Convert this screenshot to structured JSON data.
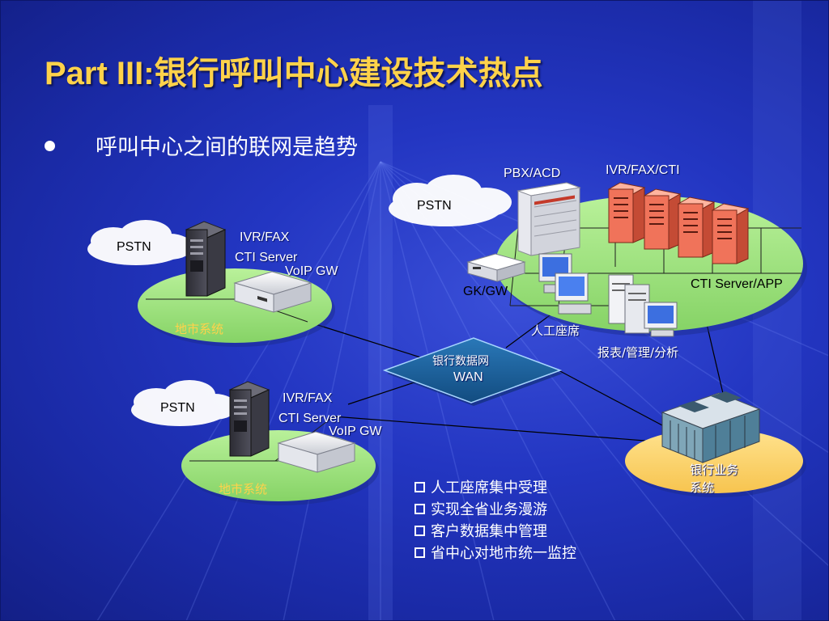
{
  "title": {
    "latin": "Part III:",
    "chinese": "银行呼叫中心建设技术热点"
  },
  "bullet": "呼叫中心之间的联网是趋势",
  "labels": {
    "pstn_top": "PSTN",
    "pbx_acd": "PBX/ACD",
    "ivr_fax_cti": "IVR/FAX/CTI",
    "gk_gw": "GK/GW",
    "cti_server_app": "CTI Server/APP",
    "agents": "人工座席",
    "reports": "报表/管理/分析",
    "wan_line1": "银行数据网",
    "wan_line2": "WAN",
    "pstn_left1": "PSTN",
    "ivr_fax_1": "IVR/FAX",
    "cti_server_1": "CTI Server",
    "voip_gw_1": "VoIP GW",
    "city_1": "地市系统",
    "pstn_left2": "PSTN",
    "ivr_fax_2": "IVR/FAX",
    "cti_server_2": "CTI Server",
    "voip_gw_2": "VoIP GW",
    "city_2": "地市系统",
    "bank_sys_line1": "银行业务",
    "bank_sys_line2": "系统"
  },
  "features": [
    "人工座席集中受理",
    "实现全省业务漫游",
    "客户数据集中管理",
    "省中心对地市统一监控"
  ],
  "colors": {
    "title": "#ffd24a",
    "background": "#2336c2",
    "green_platform": "#9be07a",
    "yellow_platform": "#ffd36a",
    "wan_diamond": "#1a5f9a",
    "server_red": "#f0735a"
  },
  "icons": [
    "cloud-icon",
    "tower-server-icon",
    "desktop-box-icon",
    "pbx-cabinet-icon",
    "workstation-icon",
    "mainframe-icon"
  ]
}
